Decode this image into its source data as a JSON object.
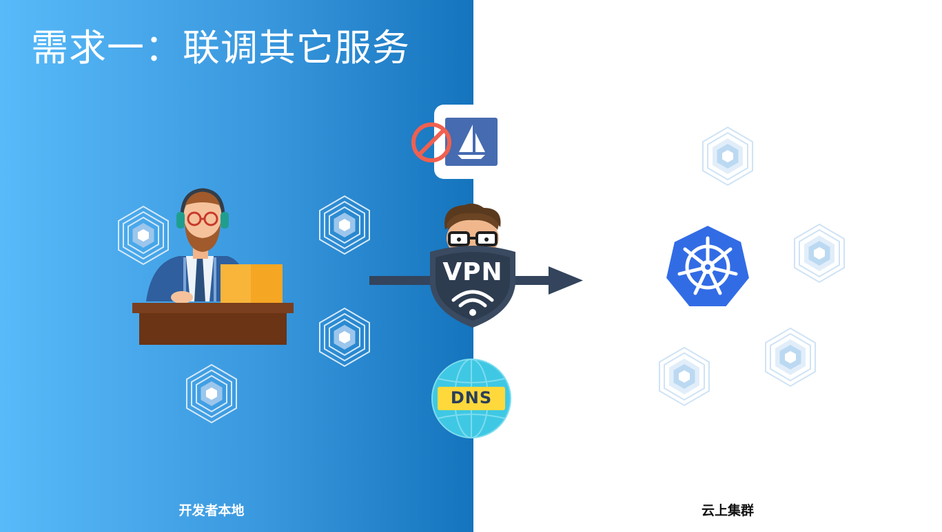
{
  "slide": {
    "title": "需求一：联调其它服务",
    "left_caption": "开发者本地",
    "right_caption": "云上集群"
  },
  "badges": {
    "vpn": "VPN",
    "dns": "DNS"
  },
  "colors": {
    "left_gradient_start": "#58baf9",
    "left_gradient_end": "#1474bd",
    "arrow": "#33445c",
    "kubernetes_blue": "#326ce5",
    "blocked_red": "#f0604f",
    "hexagon": "#bfdaf3"
  },
  "icons": {
    "developer": "developer-at-laptop-icon",
    "vpn": "vpn-shield-icon",
    "dns": "dns-globe-icon",
    "blocked_service": "istio-sail-icon",
    "blocked": "prohibited-icon",
    "cluster": "kubernetes-helm-icon",
    "pod": "hexagon-pod-icon"
  }
}
